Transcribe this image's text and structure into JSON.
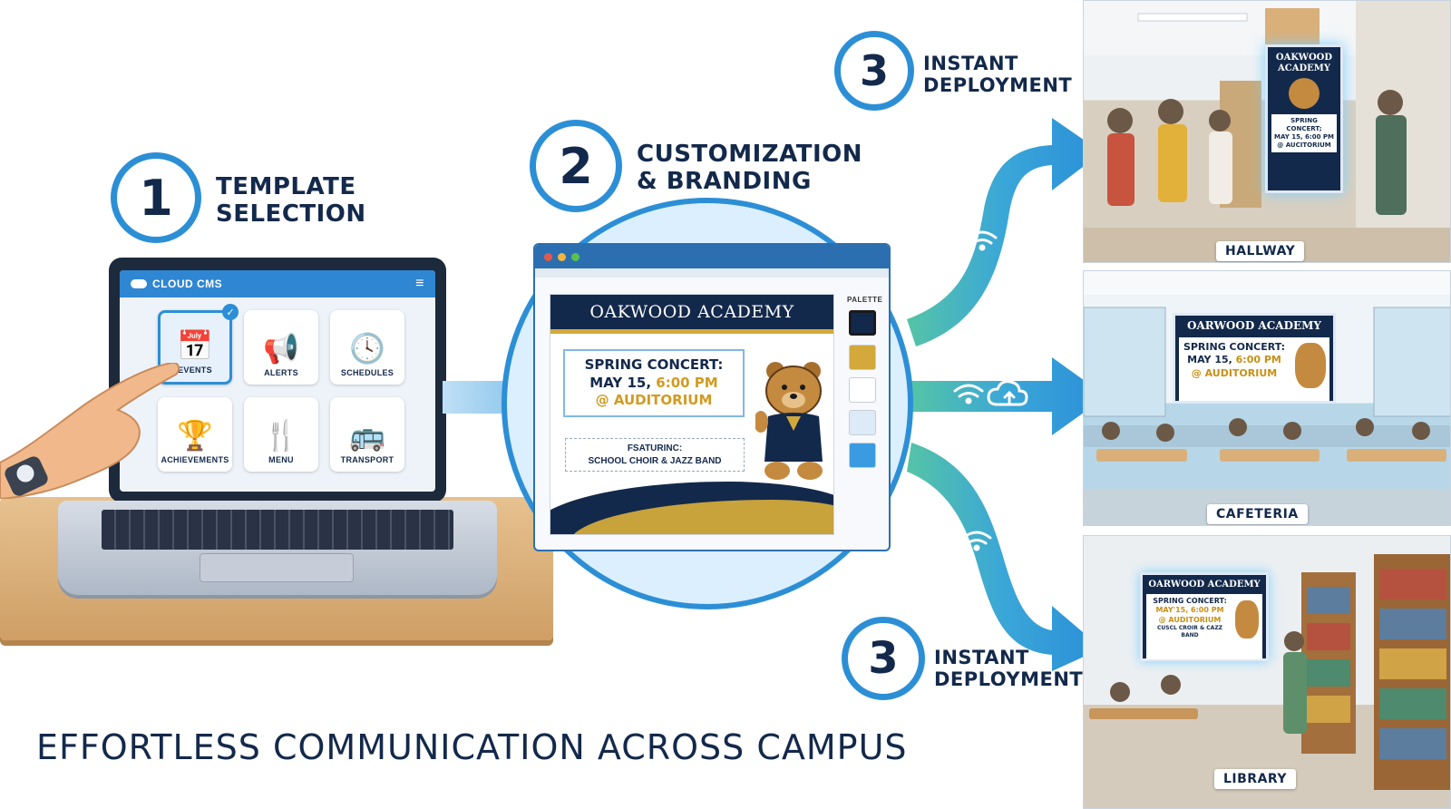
{
  "steps": {
    "step1": {
      "number": "1",
      "line1": "TEMPLATE",
      "line2": "SELECTION"
    },
    "step2": {
      "number": "2",
      "line1": "CUSTOMIZATION",
      "line2": "& BRANDING"
    },
    "step3_top": {
      "number": "3",
      "line1": "INSTANT",
      "line2": "DEPLOYMENT"
    },
    "step3_bottom": {
      "number": "3",
      "line1": "INSTANT",
      "line2": "DEPLOYMENT"
    }
  },
  "cms": {
    "title": "CLOUD CMS",
    "tiles": [
      {
        "label": "EVENTS",
        "icon": "calendar-icon",
        "selected": true
      },
      {
        "label": "ALERTS",
        "icon": "megaphone-icon",
        "selected": false
      },
      {
        "label": "SCHEDULES",
        "icon": "clock-icon",
        "selected": false
      },
      {
        "label": "ACHIEVEMENTS",
        "icon": "trophy-icon",
        "selected": false
      },
      {
        "label": "MENU",
        "icon": "utensils-icon",
        "selected": false
      },
      {
        "label": "TRANSPORT",
        "icon": "bus-icon",
        "selected": false
      }
    ]
  },
  "editor": {
    "poster_title": "OAKWOOD ACADEMY",
    "line1": "SPRING CONCERT:",
    "line2a": "MAY 15, ",
    "line2b": "6:00 PM",
    "line3": "@ AUDITORIUM",
    "featuring_label": "FSATURINC:",
    "featuring_text": "SCHOOL CHOIR & JAZZ BAND",
    "palette_label": "PALETTE",
    "palette": [
      "#13294b",
      "#d2a93a",
      "#ffffff",
      "#dcebf7",
      "#3a9be0"
    ]
  },
  "panels": {
    "hallway": {
      "tag": "HALLWAY",
      "sign_title": "OAKWOOD ACADEMY",
      "sign_text1": "SPRING CONCERT;",
      "sign_text2": "MAY 15, 6:00 PM",
      "sign_text3": "@ AUCITORIUM"
    },
    "cafeteria": {
      "tag": "CAFETERIA",
      "sign_title": "OARWOOD ACADEMY",
      "sign_text1": "SPRING CONCERT:",
      "sign_text2a": "MAY 15, ",
      "sign_text2b": "6:00 PM",
      "sign_text3": "@ AUDITORIUM"
    },
    "library": {
      "tag": "LIBRARY",
      "sign_title": "OARWOOD ACADEMY",
      "sign_text1": "SPRING CONCERT:",
      "sign_text2": "MAY'15, 6:00 PM",
      "sign_text3": "@ AUDITORIUM",
      "sign_text4": "CUSCL CROIR & CAZZ BAND"
    }
  },
  "footer": {
    "title": "EFFORTLESS COMMUNICATION ACROSS CAMPUS"
  },
  "colors": {
    "navy": "#13294b",
    "blue": "#2c8fd6",
    "gold": "#d2a93a",
    "teal": "#4fb8a6"
  }
}
